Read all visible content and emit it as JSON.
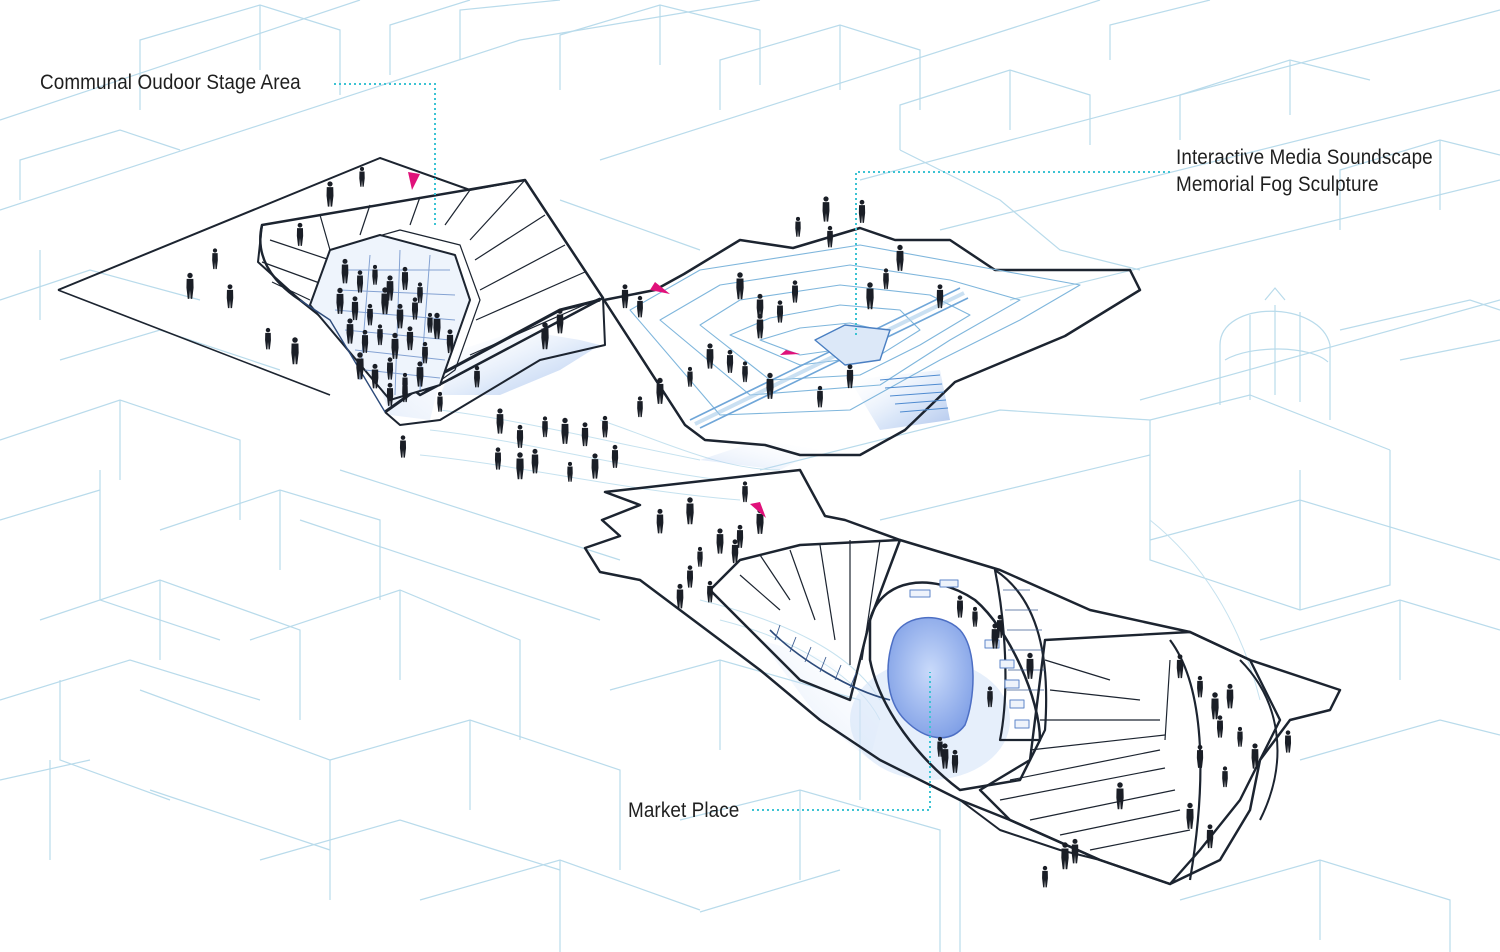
{
  "callouts": {
    "stage_area": "Communal Oudoor Stage Area",
    "media_line1": "Interactive Media Soundscape",
    "media_line2": "Memorial Fog Sculpture",
    "market_place": "Market Place"
  },
  "colors": {
    "context_lines": "#b9dbeb",
    "outline": "#1c2430",
    "leader": "#3cc3d3",
    "marker": "#e0117a",
    "glow": "#8fb6ea",
    "people": "#1a1e26"
  }
}
